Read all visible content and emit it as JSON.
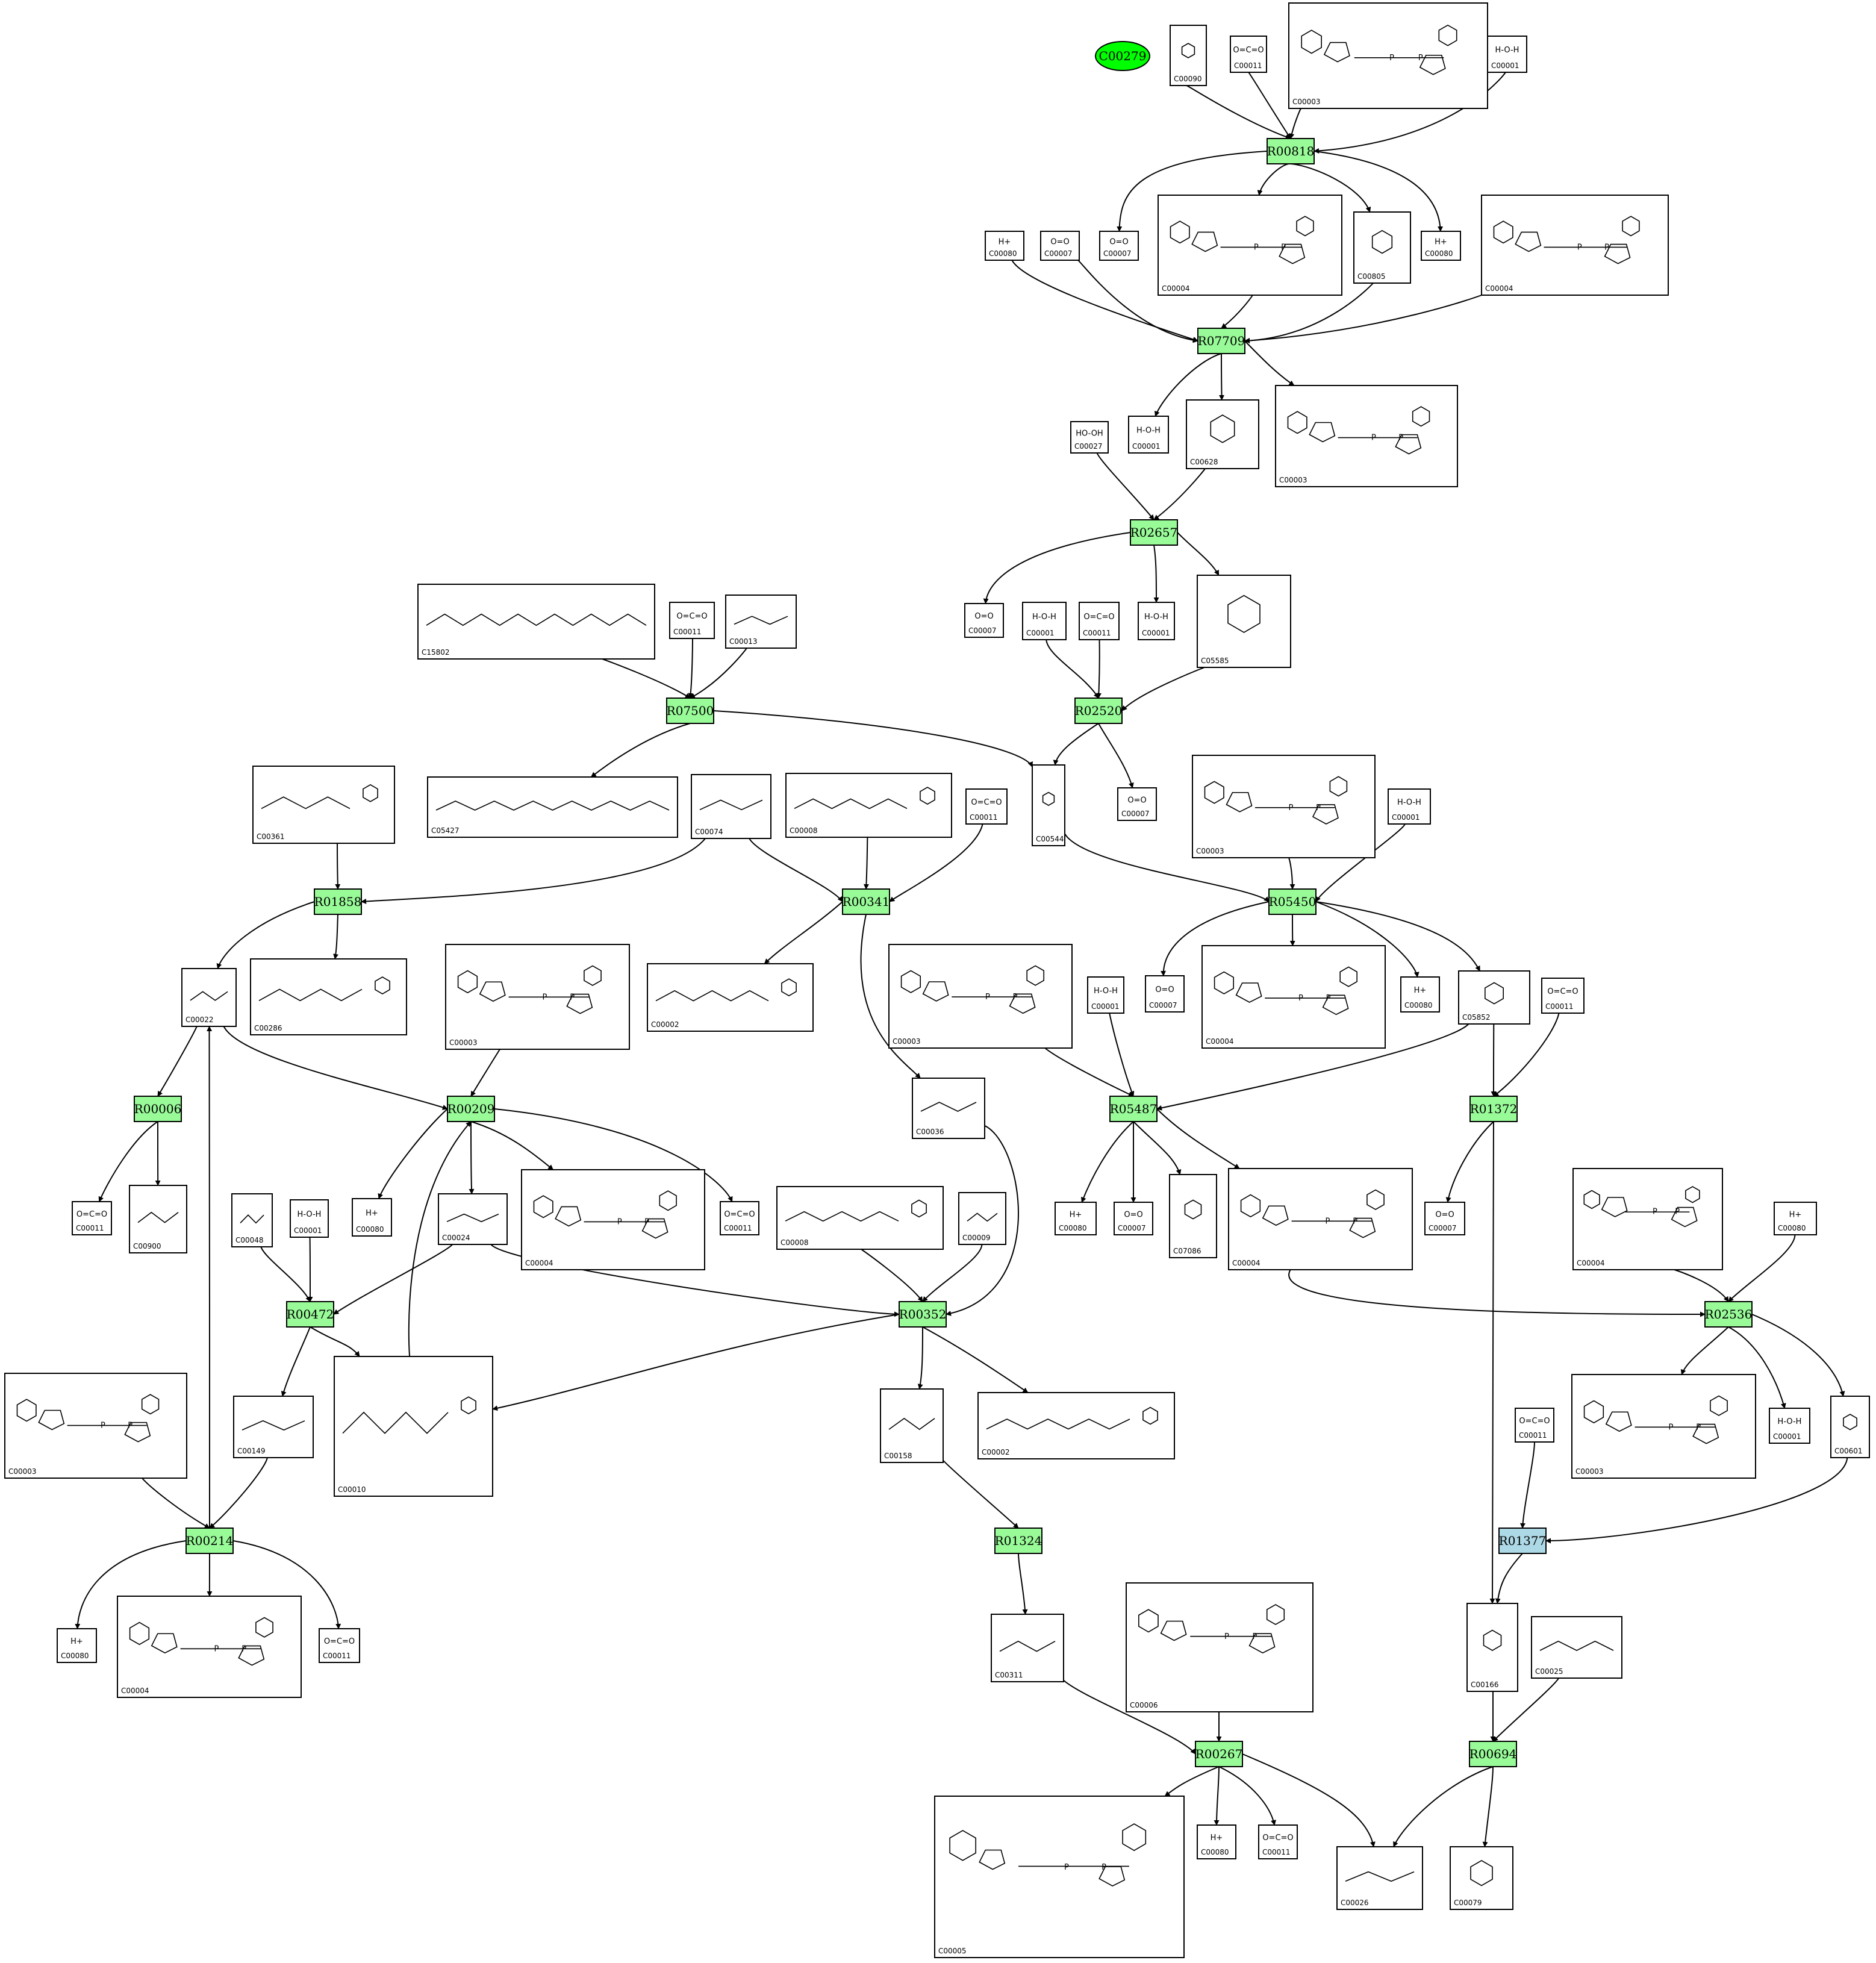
{
  "colors": {
    "reaction": "#98fb98",
    "reaction_alt": "#add8e6",
    "start": "#00ff00",
    "edge": "#000000"
  },
  "start_node": "C00279",
  "reactions": [
    {
      "id": "R00818",
      "color": "reaction"
    },
    {
      "id": "R07709",
      "color": "reaction"
    },
    {
      "id": "R02657",
      "color": "reaction"
    },
    {
      "id": "R07500",
      "color": "reaction"
    },
    {
      "id": "R02520",
      "color": "reaction"
    },
    {
      "id": "R01858",
      "color": "reaction"
    },
    {
      "id": "R00341",
      "color": "reaction"
    },
    {
      "id": "R05450",
      "color": "reaction"
    },
    {
      "id": "R00006",
      "color": "reaction"
    },
    {
      "id": "R00209",
      "color": "reaction"
    },
    {
      "id": "R05487",
      "color": "reaction"
    },
    {
      "id": "R01372",
      "color": "reaction"
    },
    {
      "id": "R00472",
      "color": "reaction"
    },
    {
      "id": "R00352",
      "color": "reaction"
    },
    {
      "id": "R02536",
      "color": "reaction"
    },
    {
      "id": "R00214",
      "color": "reaction"
    },
    {
      "id": "R01324",
      "color": "reaction"
    },
    {
      "id": "R01377",
      "color": "reaction_alt"
    },
    {
      "id": "R00267",
      "color": "reaction"
    },
    {
      "id": "R00694",
      "color": "reaction"
    }
  ],
  "compounds": [
    {
      "key": "c1",
      "label": "C00090",
      "formula": ""
    },
    {
      "key": "c2",
      "label": "C00011",
      "formula": "O=C=O"
    },
    {
      "key": "c3",
      "label": "C00003",
      "formula": ""
    },
    {
      "key": "c4",
      "label": "C00001",
      "formula": "H-O-H"
    },
    {
      "key": "c5",
      "label": "C00007",
      "formula": "O=O"
    },
    {
      "key": "c6",
      "label": "C00004",
      "formula": ""
    },
    {
      "key": "c7",
      "label": "C00805",
      "formula": ""
    },
    {
      "key": "c8",
      "label": "C00080",
      "formula": "H+"
    },
    {
      "key": "c9",
      "label": "C00080",
      "formula": "H+"
    },
    {
      "key": "c10",
      "label": "C00007",
      "formula": "O=O"
    },
    {
      "key": "c11",
      "label": "C00004",
      "formula": ""
    },
    {
      "key": "c12",
      "label": "C00001",
      "formula": "H-O-H"
    },
    {
      "key": "c13",
      "label": "C00628",
      "formula": ""
    },
    {
      "key": "c14",
      "label": "C00003",
      "formula": ""
    },
    {
      "key": "c15",
      "label": "C00027",
      "formula": "HO-OH"
    },
    {
      "key": "c16",
      "label": "C15802",
      "formula": ""
    },
    {
      "key": "c17",
      "label": "C00011",
      "formula": "O=C=O"
    },
    {
      "key": "c18",
      "label": "C00013",
      "formula": ""
    },
    {
      "key": "c19",
      "label": "C00007",
      "formula": "O=O"
    },
    {
      "key": "c20",
      "label": "C00001",
      "formula": "H-O-H"
    },
    {
      "key": "c21",
      "label": "C00011",
      "formula": "O=C=O"
    },
    {
      "key": "c22",
      "label": "C00001",
      "formula": "H-O-H"
    },
    {
      "key": "c23",
      "label": "C05585",
      "formula": ""
    },
    {
      "key": "c24",
      "label": "C00361",
      "formula": ""
    },
    {
      "key": "c25",
      "label": "C05427",
      "formula": ""
    },
    {
      "key": "c26",
      "label": "C00074",
      "formula": ""
    },
    {
      "key": "c27",
      "label": "C00008",
      "formula": ""
    },
    {
      "key": "c28",
      "label": "C00011",
      "formula": "O=C=O"
    },
    {
      "key": "c29",
      "label": "C00544",
      "formula": ""
    },
    {
      "key": "c30",
      "label": "C00007",
      "formula": "O=O"
    },
    {
      "key": "c31",
      "label": "C00003",
      "formula": ""
    },
    {
      "key": "c32",
      "label": "C00001",
      "formula": "H-O-H"
    },
    {
      "key": "c33",
      "label": "C00022",
      "formula": ""
    },
    {
      "key": "c34",
      "label": "C00286",
      "formula": ""
    },
    {
      "key": "c35",
      "label": "C00003",
      "formula": ""
    },
    {
      "key": "c36",
      "label": "C00002",
      "formula": ""
    },
    {
      "key": "c37",
      "label": "C00003",
      "formula": ""
    },
    {
      "key": "c38",
      "label": "C00001",
      "formula": "H-O-H"
    },
    {
      "key": "c39",
      "label": "C00007",
      "formula": "O=O"
    },
    {
      "key": "c40",
      "label": "C00004",
      "formula": ""
    },
    {
      "key": "c41",
      "label": "C00080",
      "formula": "H+"
    },
    {
      "key": "c42",
      "label": "C05852",
      "formula": ""
    },
    {
      "key": "c43",
      "label": "C00011",
      "formula": "O=C=O"
    },
    {
      "key": "c44",
      "label": "C00036",
      "formula": ""
    },
    {
      "key": "c45",
      "label": "C00011",
      "formula": "O=C=O"
    },
    {
      "key": "c46",
      "label": "C00900",
      "formula": ""
    },
    {
      "key": "c47",
      "label": "C00080",
      "formula": "H+"
    },
    {
      "key": "c48",
      "label": "C00024",
      "formula": ""
    },
    {
      "key": "c49",
      "label": "C00004",
      "formula": ""
    },
    {
      "key": "c50",
      "label": "C00011",
      "formula": "O=C=O"
    },
    {
      "key": "c51",
      "label": "C00008",
      "formula": ""
    },
    {
      "key": "c52",
      "label": "C00009",
      "formula": ""
    },
    {
      "key": "c53",
      "label": "C00080",
      "formula": "H+"
    },
    {
      "key": "c54",
      "label": "C00007",
      "formula": "O=O"
    },
    {
      "key": "c55",
      "label": "C07086",
      "formula": ""
    },
    {
      "key": "c56",
      "label": "C00004",
      "formula": ""
    },
    {
      "key": "c57",
      "label": "C00007",
      "formula": "O=O"
    },
    {
      "key": "c58",
      "label": "C00004",
      "formula": ""
    },
    {
      "key": "c59",
      "label": "C00080",
      "formula": "H+"
    },
    {
      "key": "c60",
      "label": "C00048",
      "formula": ""
    },
    {
      "key": "c61",
      "label": "C00001",
      "formula": "H-O-H"
    },
    {
      "key": "c62",
      "label": "C00003",
      "formula": ""
    },
    {
      "key": "c63",
      "label": "C00149",
      "formula": ""
    },
    {
      "key": "c64",
      "label": "C00010",
      "formula": ""
    },
    {
      "key": "c65",
      "label": "C00158",
      "formula": ""
    },
    {
      "key": "c66",
      "label": "C00002",
      "formula": ""
    },
    {
      "key": "c67",
      "label": "C00003",
      "formula": ""
    },
    {
      "key": "c68",
      "label": "C00001",
      "formula": "H-O-H"
    },
    {
      "key": "c69",
      "label": "C00601",
      "formula": ""
    },
    {
      "key": "c70",
      "label": "C00011",
      "formula": "O=C=O"
    },
    {
      "key": "c71",
      "label": "C00080",
      "formula": "H+"
    },
    {
      "key": "c72",
      "label": "C00004",
      "formula": ""
    },
    {
      "key": "c73",
      "label": "C00011",
      "formula": "O=C=O"
    },
    {
      "key": "c74",
      "label": "C00006",
      "formula": ""
    },
    {
      "key": "c75",
      "label": "C00311",
      "formula": ""
    },
    {
      "key": "c76",
      "label": "C00166",
      "formula": ""
    },
    {
      "key": "c77",
      "label": "C00025",
      "formula": ""
    },
    {
      "key": "c78",
      "label": "C00005",
      "formula": ""
    },
    {
      "key": "c79",
      "label": "C00080",
      "formula": "H+"
    },
    {
      "key": "c80",
      "label": "C00011",
      "formula": "O=C=O"
    },
    {
      "key": "c81",
      "label": "C00026",
      "formula": ""
    },
    {
      "key": "c82",
      "label": "C00079",
      "formula": ""
    }
  ]
}
